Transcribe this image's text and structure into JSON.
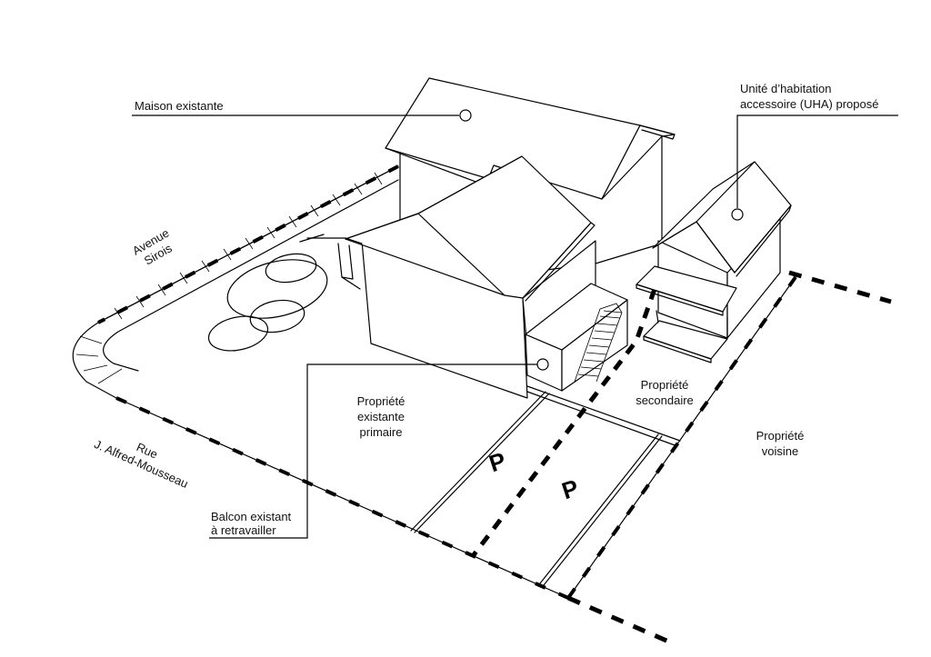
{
  "diagram": {
    "title": "Site plan axonometric — accessory dwelling unit",
    "background_color": "#ffffff",
    "line_color": "#000000",
    "callouts": {
      "existing_house": "Maison existante",
      "adu_line1": "Unité d’habitation",
      "adu_line2": "accessoire (UHA) proposé",
      "balcony_line1": "Balcon existant",
      "balcony_line2": "à retravailler"
    },
    "streets": {
      "avenue_line1": "Avenue",
      "avenue_line2": "Sirois",
      "rue_line1": "Rue",
      "rue_line2": "J. Alfred-Mousseau"
    },
    "properties": {
      "primary_line1": "Propriété",
      "primary_line2": "existante",
      "primary_line3": "primaire",
      "secondary_line1": "Propriété",
      "secondary_line2": "secondaire",
      "neighbor_line1": "Propriété",
      "neighbor_line2": "voisine"
    },
    "parking": {
      "space1": "P",
      "space2": "P"
    }
  }
}
